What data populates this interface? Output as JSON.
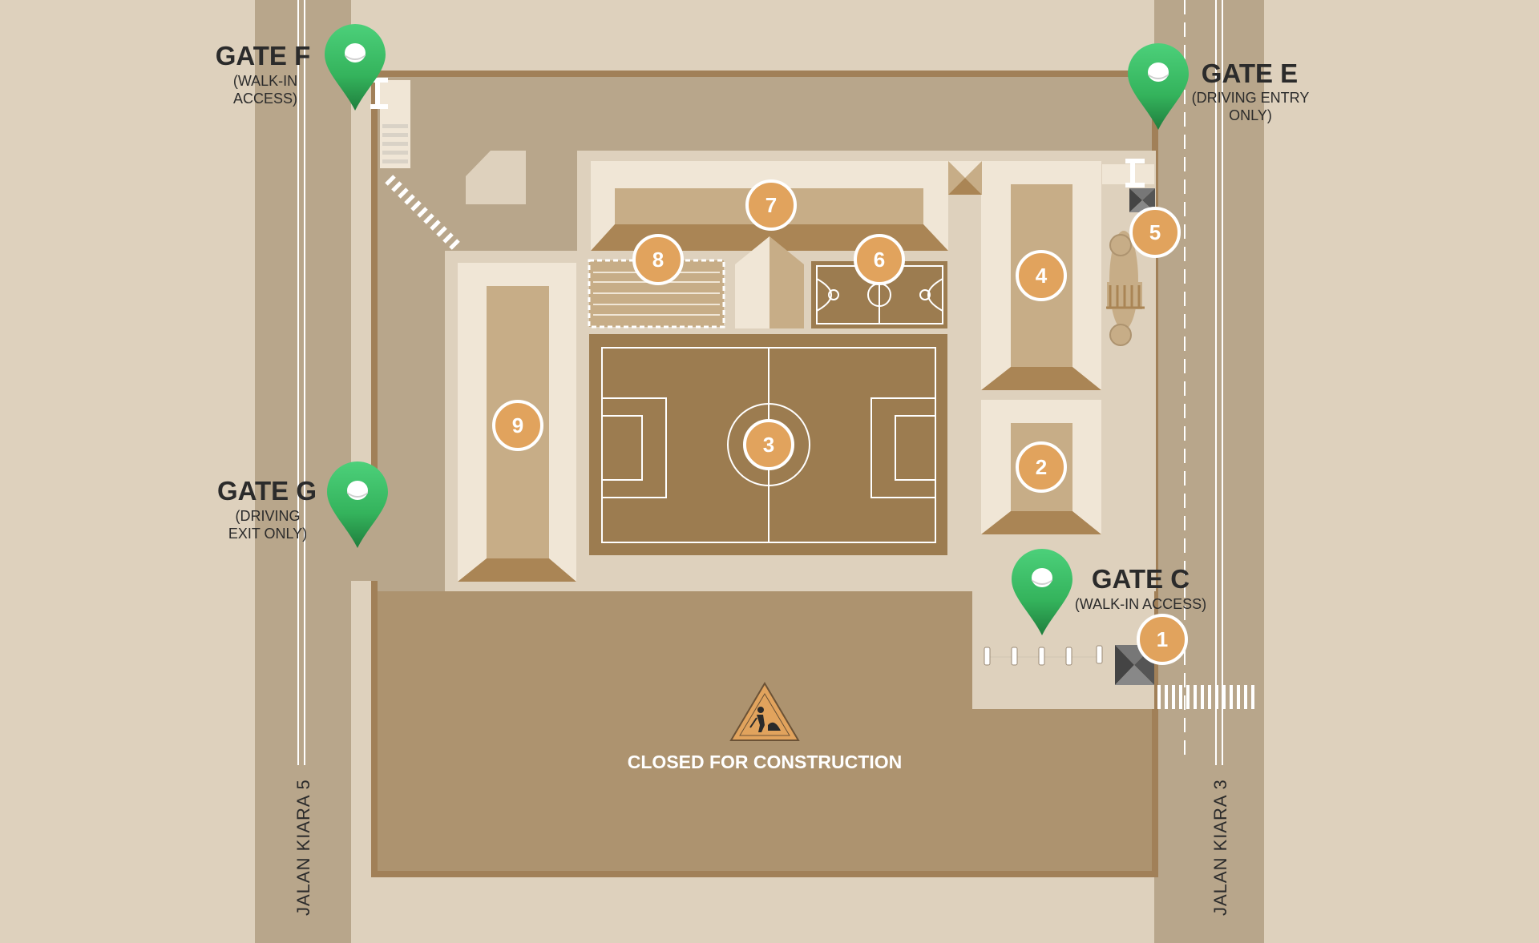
{
  "roads": {
    "left": "JALAN KIARA 5",
    "right": "JALAN KIARA 3"
  },
  "gates": {
    "f": {
      "name": "GATE F",
      "line1": "(WALK-IN",
      "line2": "ACCESS)"
    },
    "e": {
      "name": "GATE E",
      "line1": "(DRIVING ENTRY",
      "line2": "ONLY)"
    },
    "g": {
      "name": "GATE G",
      "line1": "(DRIVING",
      "line2": "EXIT ONLY)"
    },
    "c": {
      "name": "GATE C",
      "line1": "(WALK-IN ACCESS)"
    }
  },
  "markers": [
    "1",
    "2",
    "3",
    "4",
    "5",
    "6",
    "7",
    "8",
    "9"
  ],
  "construction": {
    "label": "CLOSED FOR CONSTRUCTION",
    "icon": "construction-warning-icon"
  },
  "pin_icon": "map-pin-icon",
  "colors": {
    "background": "#ded1bd",
    "road": "#b8a68b",
    "plaza": "#c5b298",
    "field": "#9c7c50",
    "construction_zone": "#ad936f",
    "marker": "#e1a35d",
    "pin": "#3dbb63",
    "roof_light": "#f0e6d6",
    "roof_mid": "#c7ad87",
    "roof_dark": "#aa8555"
  }
}
